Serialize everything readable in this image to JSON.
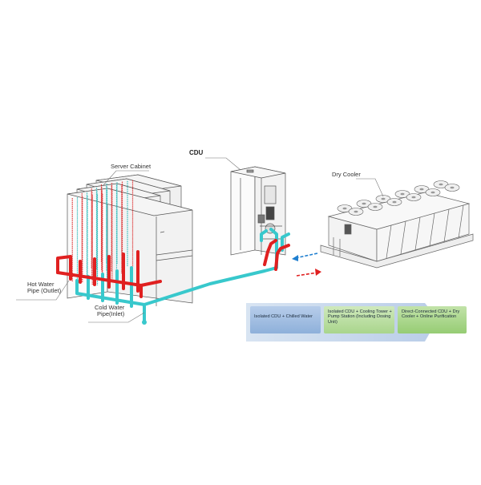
{
  "labels": {
    "server_cabinet": "Server Cabinet",
    "cdu": "CDU",
    "dry_cooler": "Dry Cooler",
    "hot_water_line1": "Hot Water",
    "hot_water_line2": "Pipe (Outlet)",
    "cold_water_line1": "Cold Water",
    "cold_water_line2": "Pipe(Inlet)"
  },
  "evolution_stages": [
    {
      "text": "Isolated CDU + Chilled Water"
    },
    {
      "text": "Isolated CDU + Cooling Tower + Pump Station (Including Dosing Unit)"
    },
    {
      "text": "Direct-Connected CDU + Dry Cooler + Online Purification"
    }
  ],
  "colors": {
    "hot_pipe": "#e02020",
    "cold_pipe": "#38c8cc",
    "equipment_line": "#555555",
    "stage1": "#9bbbe0",
    "stage2": "#b8dc9c",
    "stage3": "#a8d48a",
    "arrow": "#c9d9ee"
  }
}
